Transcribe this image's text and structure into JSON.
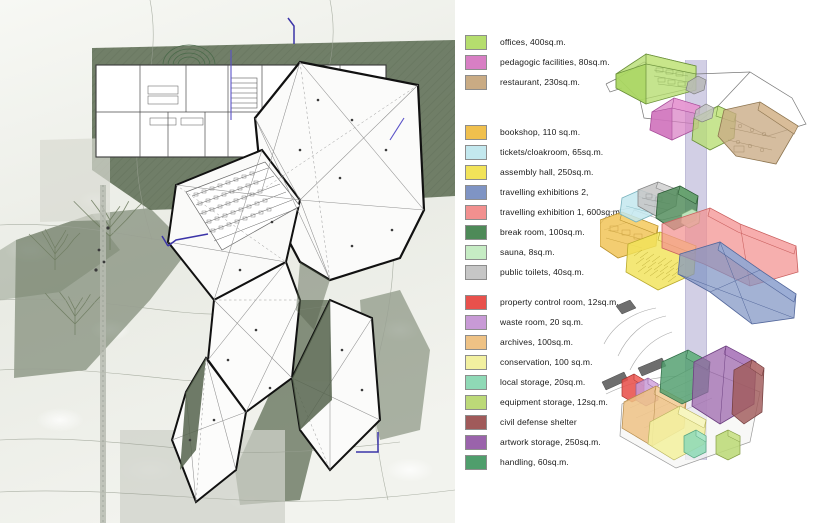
{
  "legend": {
    "groups": [
      {
        "name": "ground-and-upper-level",
        "items": [
          {
            "label": "offices, 400sq.m.",
            "color": "#b5dd6e"
          },
          {
            "label": "pedagogic facilities, 80sq.m.",
            "color": "#d87fc4"
          },
          {
            "label": "restaurant, 230sq.m.",
            "color": "#c9ab84"
          }
        ]
      },
      {
        "name": "public-level",
        "items": [
          {
            "label": "bookshop, 110 sq.m.",
            "color": "#f0c04e"
          },
          {
            "label": "tickets/cloakroom, 65sq.m.",
            "color": "#c3e8ee"
          },
          {
            "label": "assembly hall, 250sq.m.",
            "color": "#f2e359"
          },
          {
            "label": "travelling exhibitions 2,",
            "color": "#7f94c4"
          },
          {
            "label": "travelling exhibition 1, 600sq.m.",
            "color": "#f2908f"
          },
          {
            "label": "break room, 100sq.m.",
            "color": "#4e8a58"
          },
          {
            "label": "sauna, 8sq.m.",
            "color": "#c6ecc4"
          },
          {
            "label": "public toilets, 40sq.m.",
            "color": "#c6c6c6"
          }
        ]
      },
      {
        "name": "basement-level",
        "items": [
          {
            "label": "property control room, 12sq.m.",
            "color": "#e8514c"
          },
          {
            "label": "waste room, 20 sq.m.",
            "color": "#c89ad6"
          },
          {
            "label": "archives, 100sq.m.",
            "color": "#eec285"
          },
          {
            "label": "conservation, 100 sq.m.",
            "color": "#f2f0a0"
          },
          {
            "label": "local storage, 20sq.m.",
            "color": "#8fd9b6"
          },
          {
            "label": "equipment storage, 12sq.m.",
            "color": "#bcd978"
          },
          {
            "label": "civil defense shelter",
            "color": "#a05a5a"
          },
          {
            "label": "artwork storage, 250sq.m.",
            "color": "#9a63ab"
          },
          {
            "label": "handling, 60sq.m.",
            "color": "#4f9e6c"
          }
        ]
      }
    ]
  },
  "diagrams": {
    "circulation_shaft_color": "#c9c5e0",
    "top": {
      "name": "upper-level-axonometric"
    },
    "middle": {
      "name": "public-level-axonometric"
    },
    "bottom": {
      "name": "basement-level-axonometric"
    }
  },
  "siteplan": {
    "name": "site-plan",
    "ground_color": "#eceee8",
    "landscape_color": "#5f6e55",
    "existing_building_color": "#ffffff",
    "annotation_color": "#3b34a8"
  }
}
